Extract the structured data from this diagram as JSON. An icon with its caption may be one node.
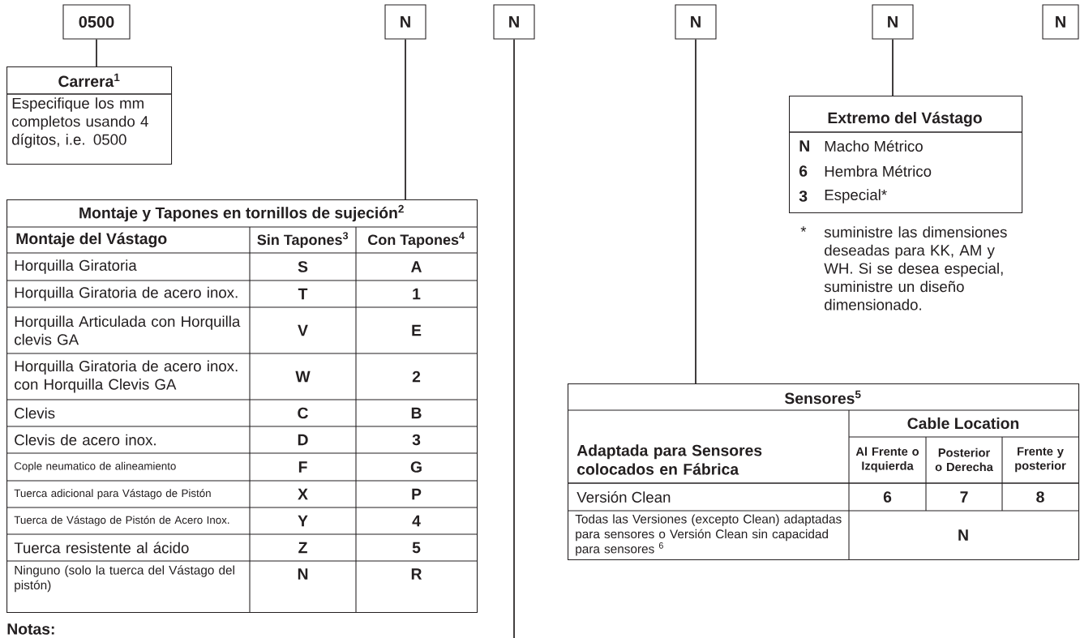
{
  "diagram": {
    "nodes": [
      {
        "text": [
          "0500"
        ]
      },
      {
        "text": [
          "N"
        ]
      },
      {
        "text": [
          "N"
        ]
      },
      {
        "text": [
          "N"
        ]
      },
      {
        "text": [
          "N"
        ]
      },
      {
        "text": [
          "N"
        ]
      },
      {
        "text": [
          "Carrera$^{1}$",
          "Especifique los mm completos usando 4 dígitos, i.e. 0500"
        ]
      },
      {
        "text": [
          "Extremo del Vástago",
          "N",
          "Macho Métrico",
          "6",
          "Hembra Métrico",
          "3",
          "Especial*"
        ],
        "beside": [
          "*",
          "suministre las dimensiones deseadas para KK, AM y WH. Si se desea especial, suministre un diseño dimensionado."
        ]
      },
      {
        "text": [
          "Montaje y Tapones en tornillos de sujeción$^{2}$"
        ]
      },
      {
        "text": [
          "Sensores$^{5}$"
        ]
      }
    ],
    "edges": [
      {
        "from": 0,
        "to": 6,
        "arrow": "none"
      },
      {
        "from": 1,
        "to": 8,
        "arrow": "none"
      },
      {
        "from": 2,
        "to": null,
        "arrow": "none"
      },
      {
        "from": 3,
        "to": 9,
        "arrow": "none"
      },
      {
        "from": 4,
        "to": 7,
        "arrow": "none"
      }
    ],
    "labels": [
      "Montaje del Vástago",
      "Sin Tapones$^{3}$",
      "Con Tapones$^{4}$",
      "Horquilla Giratoria",
      "S",
      "A",
      "Horquilla Giratoria de acero inox.",
      "T",
      "1",
      "Horquilla Articulada con Horquilla clevis GA",
      "V",
      "E",
      "Horquilla Giratoria de acero inox. con Horquilla Clevis GA",
      "W",
      "2",
      "Clevis",
      "C",
      "B",
      "Clevis de acero inox.",
      "D",
      "3",
      "Cople neumatico de alineamiento",
      "F",
      "G",
      "Tuerca adicional para Vástago de Pistón",
      "X",
      "P",
      "Tuerca de Vástago de Pistón de Acero Inox.",
      "Y",
      "4",
      "Tuerca resistente al ácido",
      "Z",
      "5",
      "Ninguno (solo la tuerca del Vástago del pistón)",
      "N",
      "R",
      "Adaptada para Sensores colocados en Fábrica",
      "Cable Location",
      "Al Frente o Izquierda",
      "Posterior o Derecha",
      "Frente y posterior",
      "Versión Clean",
      "6",
      "7",
      "8",
      "Todas las Versiones (excepto Clean) adaptadas para sensores o Versión Clean sin capacidad para sensores $^{6}$",
      "N",
      "Notas:"
    ]
  }
}
